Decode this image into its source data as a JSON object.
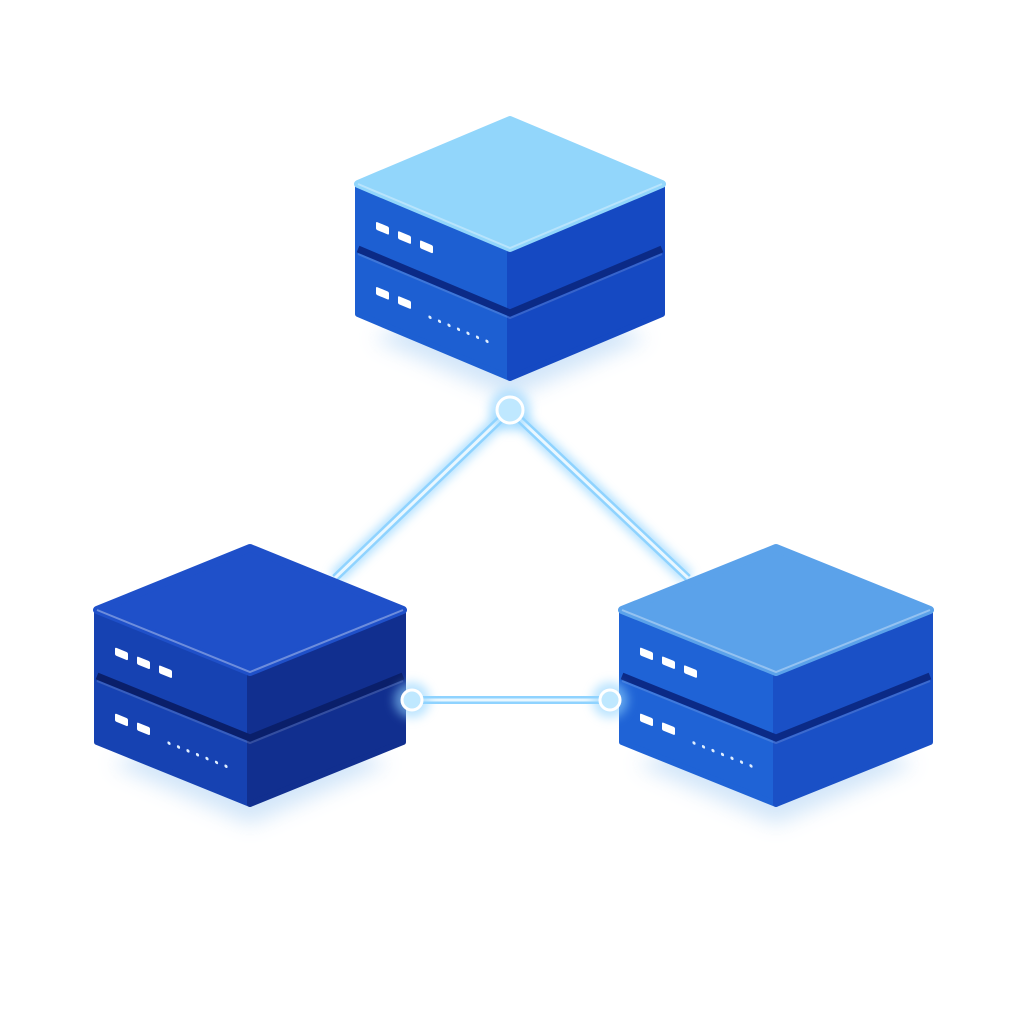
{
  "diagram": {
    "background": "#ffffff",
    "link_color": "#8fd3ff",
    "link_core_color": "#e9f7ff",
    "node_dot_color": "#bfe8ff",
    "servers": [
      {
        "id": "top",
        "icon": "server-icon",
        "top_color": "#92d6fb",
        "left_color": "#1d5fd2",
        "right_color": "#1549c2",
        "seam_color": "#0b2a86"
      },
      {
        "id": "bottom-left",
        "icon": "server-icon",
        "top_color": "#1f50c9",
        "left_color": "#1642b2",
        "right_color": "#112f8f",
        "seam_color": "#0a1f6a"
      },
      {
        "id": "bottom-right",
        "icon": "server-icon",
        "top_color": "#5ba2ea",
        "left_color": "#1f63d6",
        "right_color": "#1a50c6",
        "seam_color": "#0b2a86"
      }
    ],
    "links": [
      {
        "from": "top",
        "to": "bottom-left"
      },
      {
        "from": "top",
        "to": "bottom-right"
      },
      {
        "from": "bottom-left",
        "to": "bottom-right"
      }
    ]
  }
}
